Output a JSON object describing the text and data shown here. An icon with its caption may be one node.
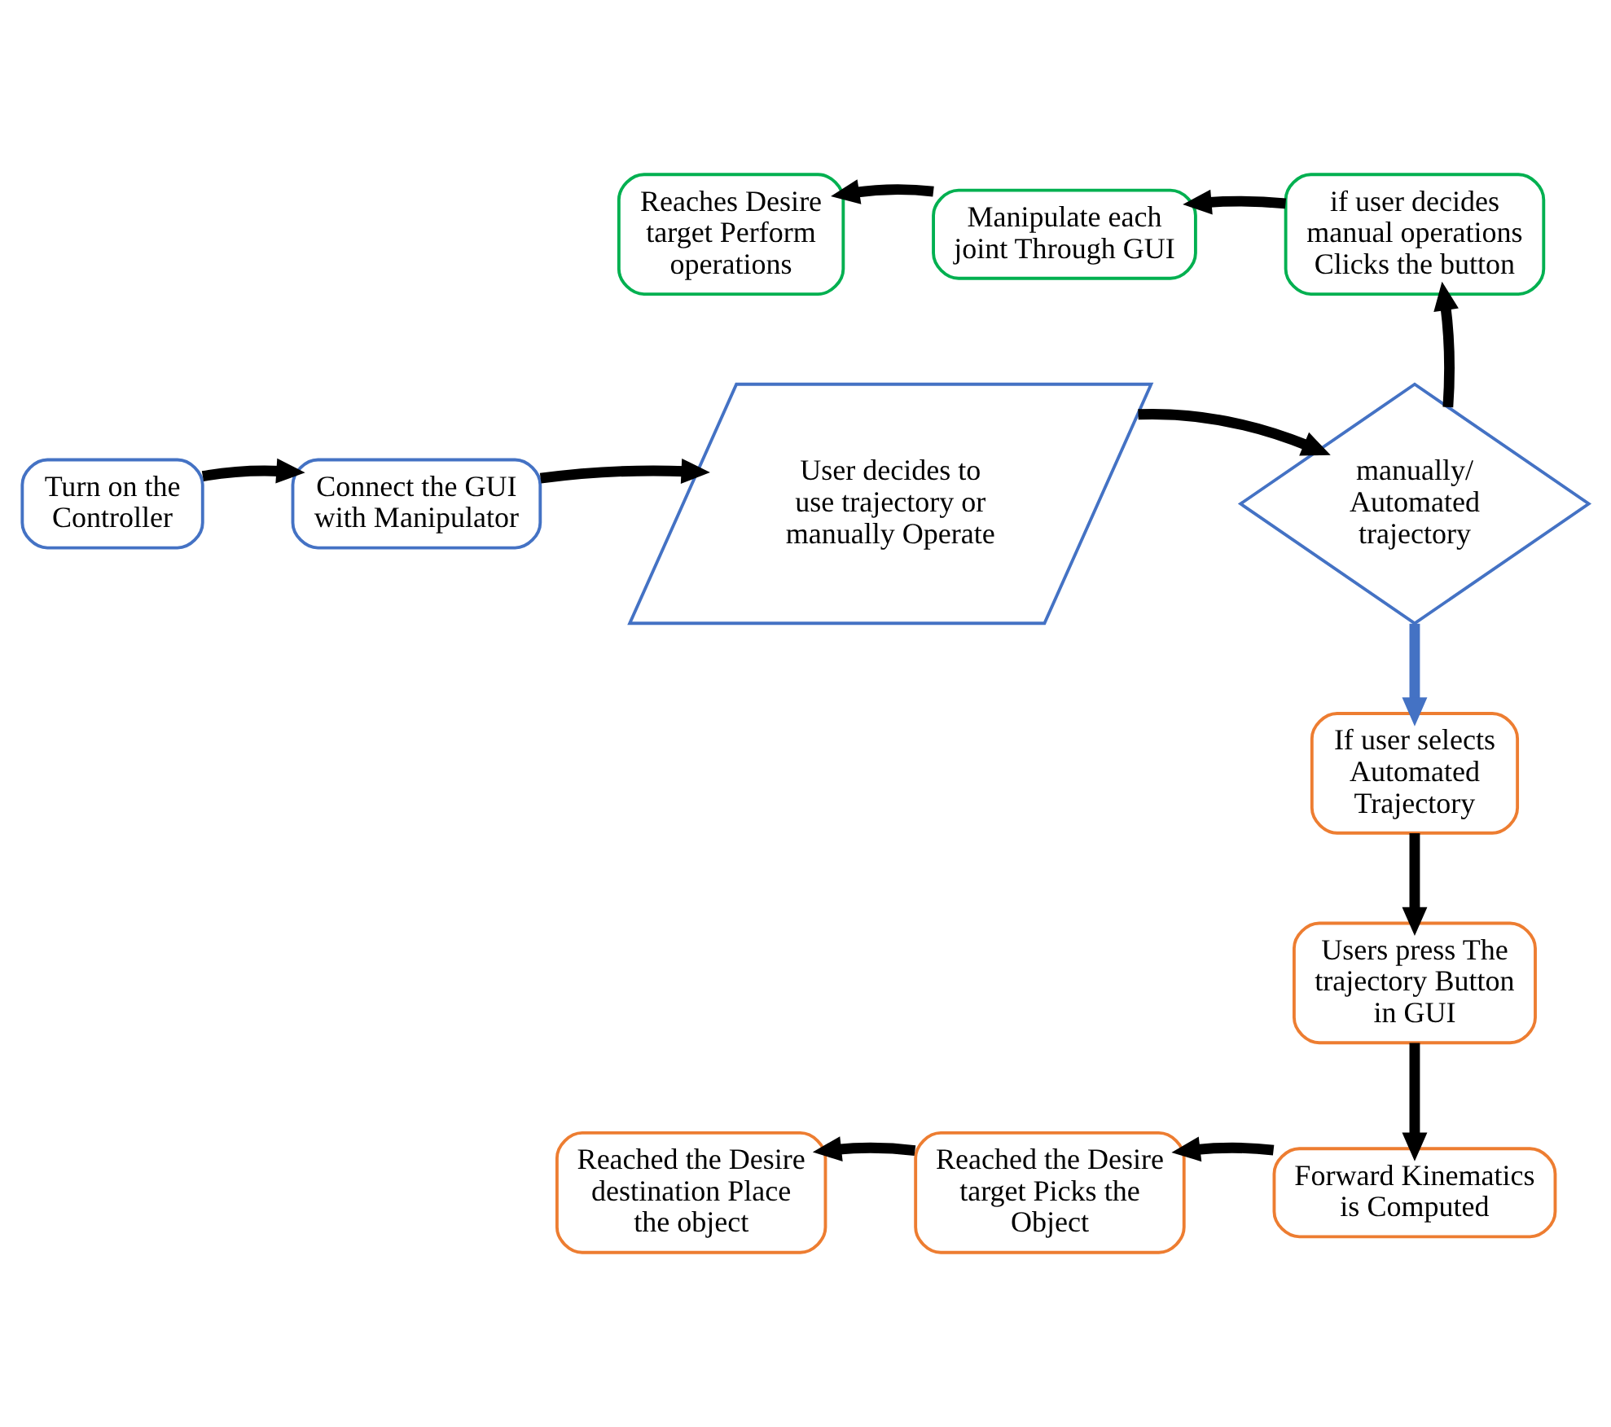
{
  "diagram": {
    "nodes": [
      {
        "text": [
          "Turn on the Controller"
        ]
      },
      {
        "text": [
          "Connect the GUI with Manipulator"
        ]
      },
      {
        "text": [
          "User decides to use trajectory or manually Operate"
        ]
      },
      {
        "text": [
          "manually/ Automated trajectory"
        ]
      },
      {
        "text": [
          "if user decides manual operations Clicks the button"
        ]
      },
      {
        "text": [
          "Manipulate each joint Through GUI"
        ]
      },
      {
        "text": [
          "Reaches Desire target Perform operations"
        ]
      },
      {
        "text": [
          "If user selects Automated Trajectory"
        ]
      },
      {
        "text": [
          "Users press The trajectory Button in GUI"
        ]
      },
      {
        "text": [
          "Forward Kinematics is Computed"
        ]
      },
      {
        "text": [
          "Reached the Desire target Picks the Object"
        ]
      },
      {
        "text": [
          "Reached the Desire destination Place the object"
        ]
      }
    ],
    "edges": [
      {
        "from": 0,
        "to": 1,
        "arrow": "to"
      },
      {
        "from": 1,
        "to": 2,
        "arrow": "to"
      },
      {
        "from": 2,
        "to": 3,
        "arrow": "to"
      },
      {
        "from": 3,
        "to": 4,
        "arrow": "to"
      },
      {
        "from": 4,
        "to": 5,
        "arrow": "to"
      },
      {
        "from": 5,
        "to": 6,
        "arrow": "to"
      },
      {
        "from": 3,
        "to": 7,
        "arrow": "to",
        "color": "#4472c4"
      },
      {
        "from": 7,
        "to": 8,
        "arrow": "to"
      },
      {
        "from": 8,
        "to": 9,
        "arrow": "to"
      },
      {
        "from": 9,
        "to": 10,
        "arrow": "to"
      },
      {
        "from": 10,
        "to": 11,
        "arrow": "to"
      }
    ]
  }
}
